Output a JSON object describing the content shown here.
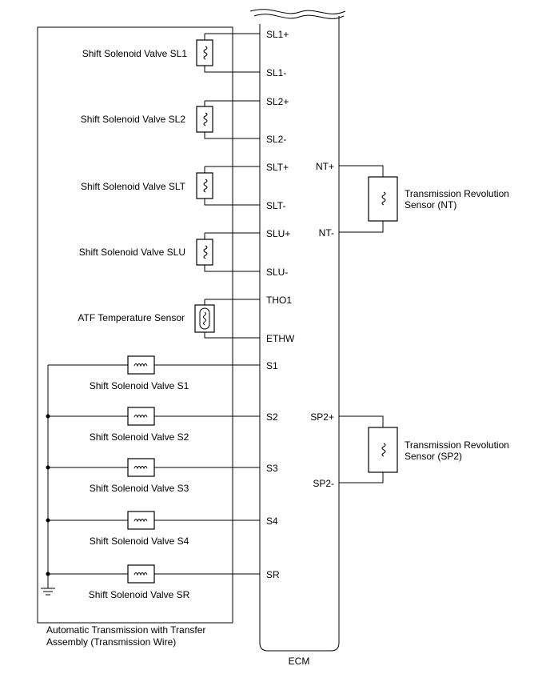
{
  "ecm": {
    "label": "ECM"
  },
  "assembly": {
    "label_line1": "Automatic Transmission with Transfer",
    "label_line2": "Assembly (Transmission Wire)"
  },
  "solenoids_vertical": [
    {
      "label": "Shift Solenoid Valve SL1",
      "pin_pos": "SL1+",
      "pin_neg": "SL1-"
    },
    {
      "label": "Shift Solenoid Valve SL2",
      "pin_pos": "SL2+",
      "pin_neg": "SL2-"
    },
    {
      "label": "Shift Solenoid Valve SLT",
      "pin_pos": "SLT+",
      "pin_neg": "SLT-"
    },
    {
      "label": "Shift Solenoid Valve SLU",
      "pin_pos": "SLU+",
      "pin_neg": "SLU-"
    }
  ],
  "atf_sensor": {
    "label": "ATF Temperature Sensor",
    "pin_pos": "THO1",
    "pin_neg": "ETHW"
  },
  "solenoids_horizontal": [
    {
      "label": "Shift Solenoid Valve S1",
      "pin": "S1"
    },
    {
      "label": "Shift Solenoid Valve S2",
      "pin": "S2"
    },
    {
      "label": "Shift Solenoid Valve S3",
      "pin": "S3"
    },
    {
      "label": "Shift Solenoid Valve S4",
      "pin": "S4"
    },
    {
      "label": "Shift Solenoid Valve SR",
      "pin": "SR"
    }
  ],
  "sensor_nt": {
    "label_line1": "Transmission Revolution",
    "label_line2": "Sensor (NT)",
    "pin_pos": "NT+",
    "pin_neg": "NT-"
  },
  "sensor_sp2": {
    "label_line1": "Transmission Revolution",
    "label_line2": "Sensor (SP2)",
    "pin_pos": "SP2+",
    "pin_neg": "SP2-"
  }
}
